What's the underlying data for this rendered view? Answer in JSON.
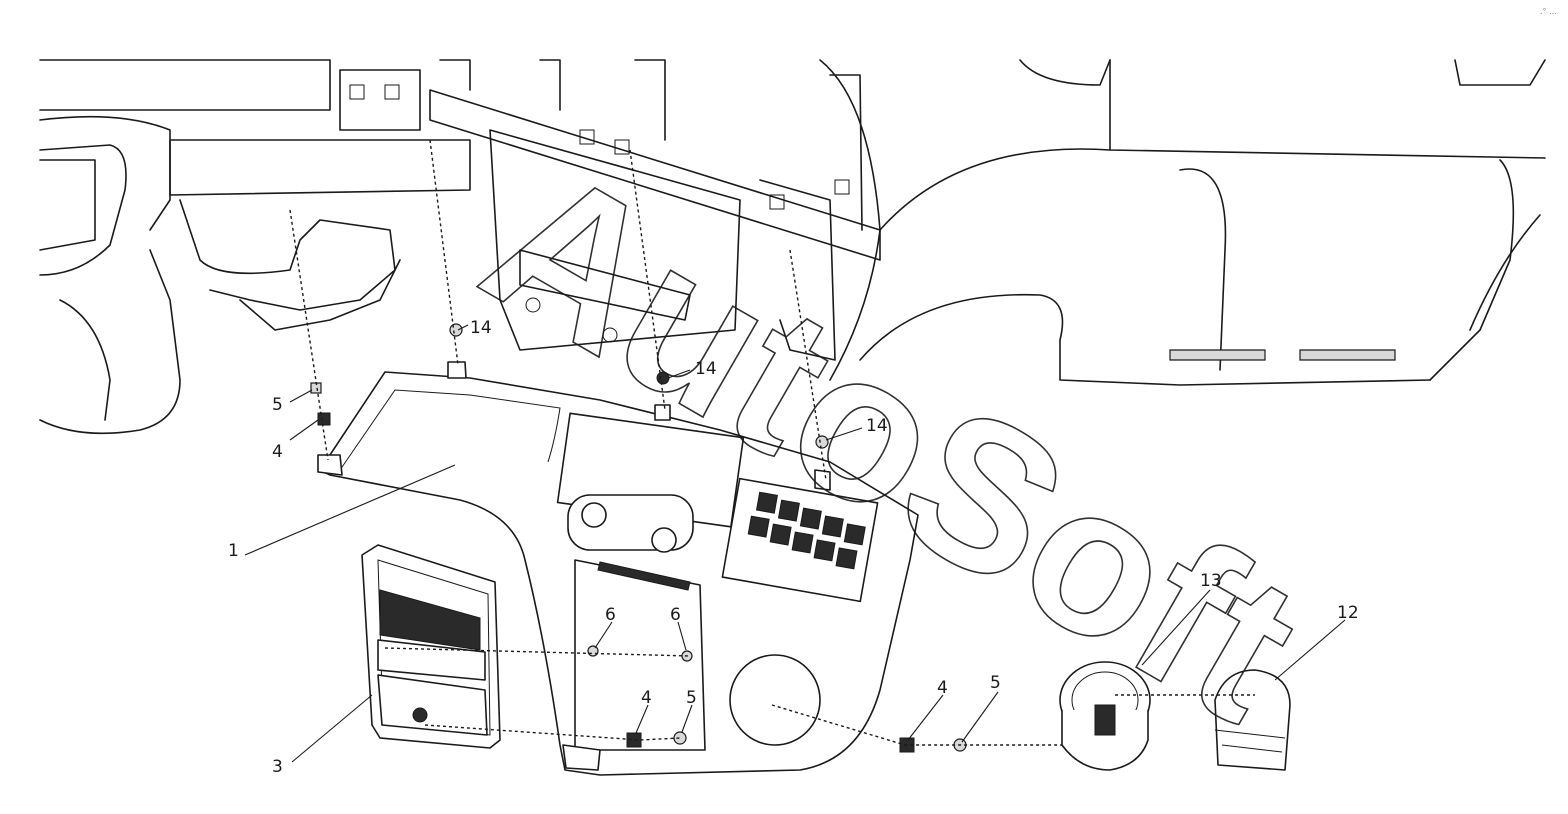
{
  "watermark": "AutoSoft",
  "corner_mark": ".° ...",
  "callouts": {
    "c1": "1",
    "c3": "3",
    "c4a": "4",
    "c4b": "4",
    "c4c": "4",
    "c5a": "5",
    "c5b": "5",
    "c5c": "5",
    "c6a": "6",
    "c6b": "6",
    "c12": "12",
    "c13": "13",
    "c14a": "14",
    "c14b": "14",
    "c14c": "14"
  }
}
